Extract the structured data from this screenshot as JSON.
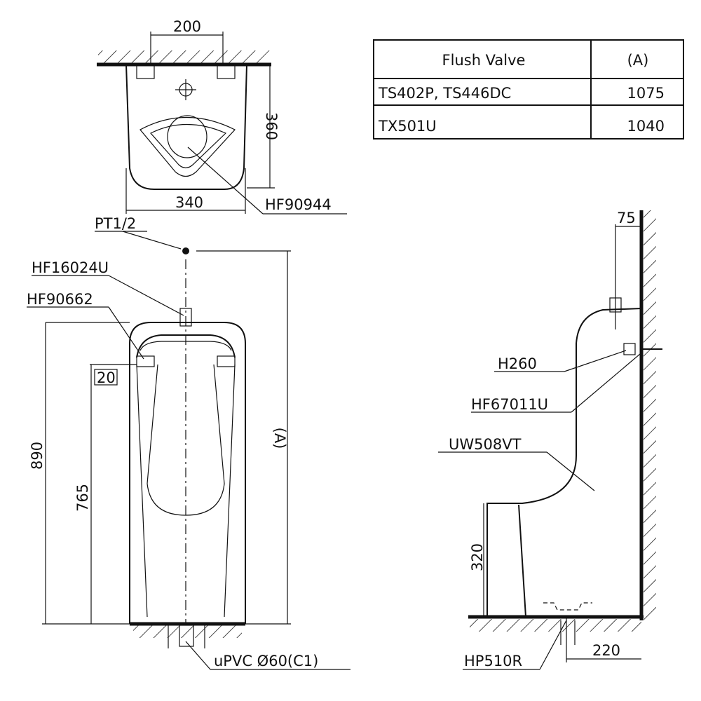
{
  "table": {
    "headers": [
      "Flush Valve",
      "(A)"
    ],
    "rows": [
      {
        "valve": "TS402P, TS446DC",
        "a": "1075"
      },
      {
        "valve": "TX501U",
        "a": "1040"
      }
    ]
  },
  "top_view": {
    "dim_width_pipes": "200",
    "dim_depth": "360",
    "dim_width": "340",
    "part_label": "HF90944"
  },
  "front_view": {
    "inlet_label": "PT1/2",
    "part_1": "HF16024U",
    "part_2": "HF90662",
    "dim_20": "20",
    "dim_890": "890",
    "dim_765": "765",
    "dim_a": "(A)",
    "drain_label": "uPVC Ø60(C1)"
  },
  "side_view": {
    "dim_75": "75",
    "part_h260": "H260",
    "part_hf67011u": "HF67011U",
    "model": "UW508VT",
    "dim_320": "320",
    "trap_label": "HP510R",
    "dim_220": "220"
  }
}
